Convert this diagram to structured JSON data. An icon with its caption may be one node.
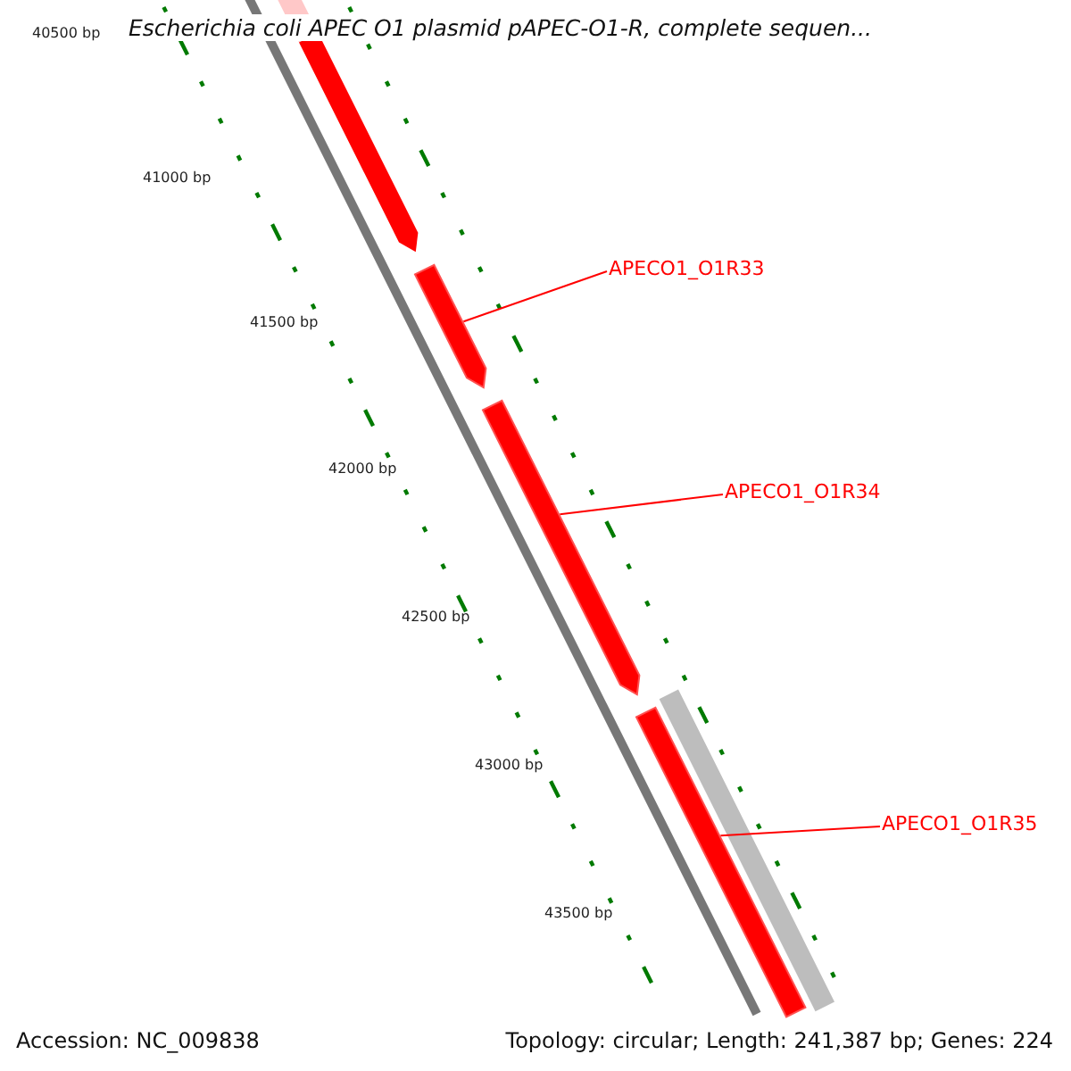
{
  "diagram": {
    "title": "Escherichia coli APEC O1 plasmid pAPEC-O1-R, complete sequen...",
    "nodes": [
      {
        "text": [
          "APECO1_O1R33"
        ]
      },
      {
        "text": [
          "APECO1_O1R34"
        ]
      },
      {
        "text": [
          "APECO1_O1R35"
        ]
      },
      {
        "text": [],
        "shape": "bar"
      },
      {
        "text": [],
        "shape": "bar"
      },
      {
        "text": [],
        "shape": "bar"
      }
    ],
    "edges": [
      {
        "from": 0,
        "to": 3,
        "arrow": "none",
        "color": "#ff0000"
      },
      {
        "from": 1,
        "to": 4,
        "arrow": "none",
        "color": "#ff0000"
      },
      {
        "from": 2,
        "to": 5,
        "arrow": "none",
        "color": "#ff0000"
      }
    ],
    "labels": [
      "40500 bp",
      "41000 bp",
      "41500 bp",
      "42000 bp",
      "42500 bp",
      "43000 bp",
      "43500 bp",
      "Accession: NC_009838",
      "Topology: circular; Length: 241,387 bp; Genes: 224"
    ]
  }
}
